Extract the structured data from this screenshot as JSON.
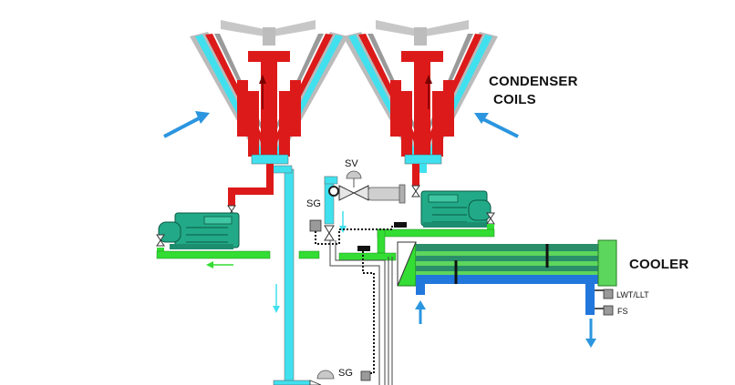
{
  "labels": {
    "condenser_line1": "CONDENSER",
    "condenser_line2": "COILS",
    "cooler": "COOLER",
    "sv": "SV",
    "sg_top": "SG",
    "sg_bottom": "SG",
    "lwt_llt": "LWT/LLT",
    "fs": "FS"
  },
  "colors": {
    "liquid_line": "#41e0ee",
    "hot_gas": "#dd1a1a",
    "suction": "#33dd33",
    "water": "#2277dd",
    "compressor": "#22aa88",
    "coil_gray": "#b8b8b8",
    "fan_gray": "#c7c7c7",
    "air_arrow": "#2b95df",
    "cooler_tube_dark": "#2a8e6a",
    "cooler_tube_light": "#5cd65c"
  },
  "icons": [
    "fan-icon",
    "compressor-icon",
    "valve-icon",
    "sight-glass-icon",
    "flow-arrow-icon"
  ]
}
